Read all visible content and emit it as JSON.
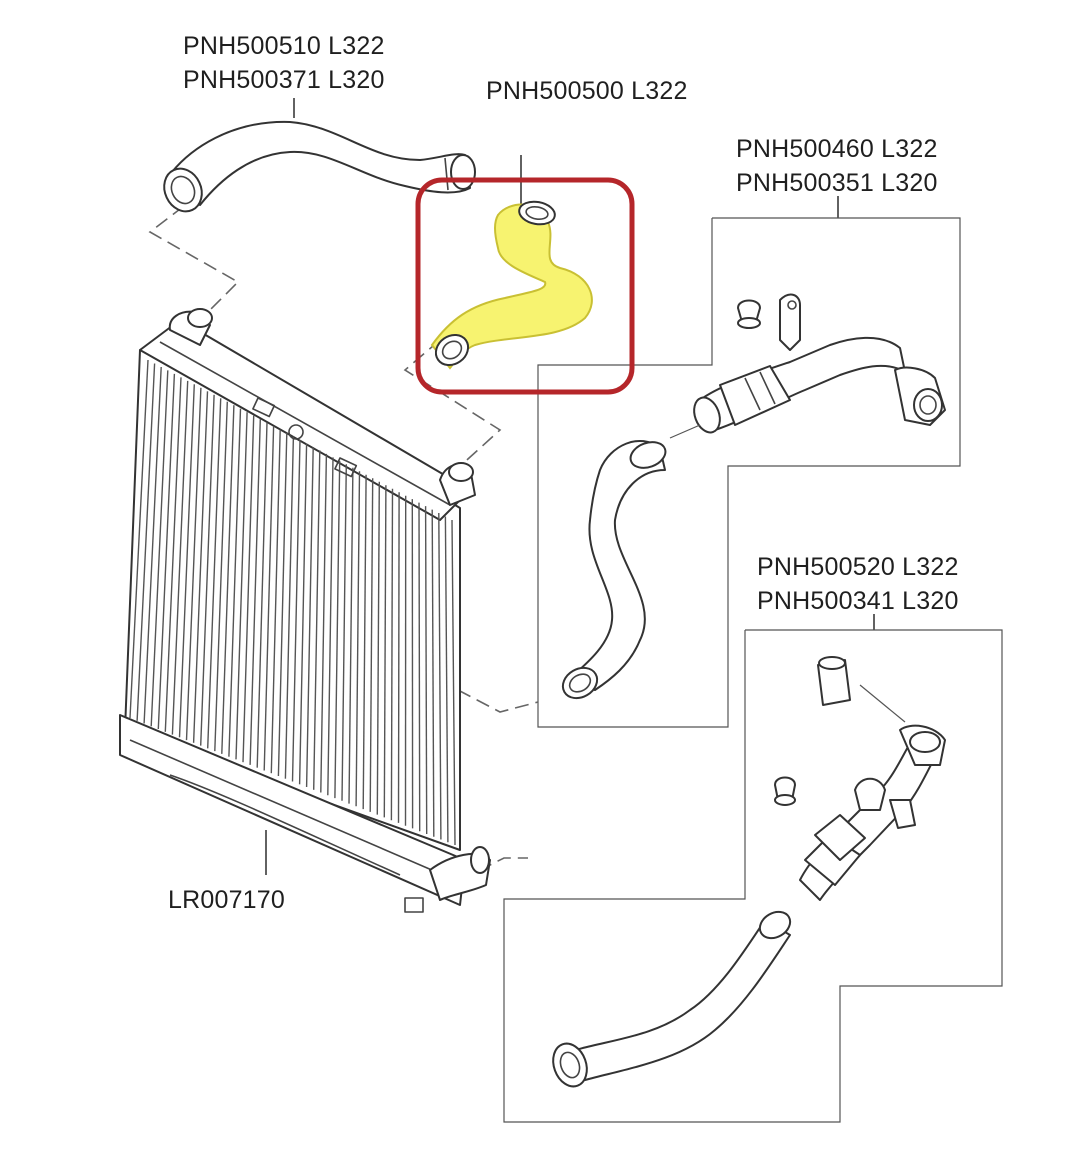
{
  "labels": {
    "top_hose_line1": "PNH500510 L322",
    "top_hose_line2": "PNH500371 L320",
    "highlighted_hose": "PNH500500 L322",
    "upper_right_line1": "PNH500460 L322",
    "upper_right_line2": "PNH500351 L320",
    "lower_right_line1": "PNH500520 L322",
    "lower_right_line2": "PNH500341 L320",
    "intercooler": "LR007170"
  },
  "colors": {
    "highlight_fill": "#f7f370",
    "highlight_stroke": "#c9c033",
    "highlight_box": "#b5262a",
    "line": "#333333",
    "background": "#ffffff"
  }
}
